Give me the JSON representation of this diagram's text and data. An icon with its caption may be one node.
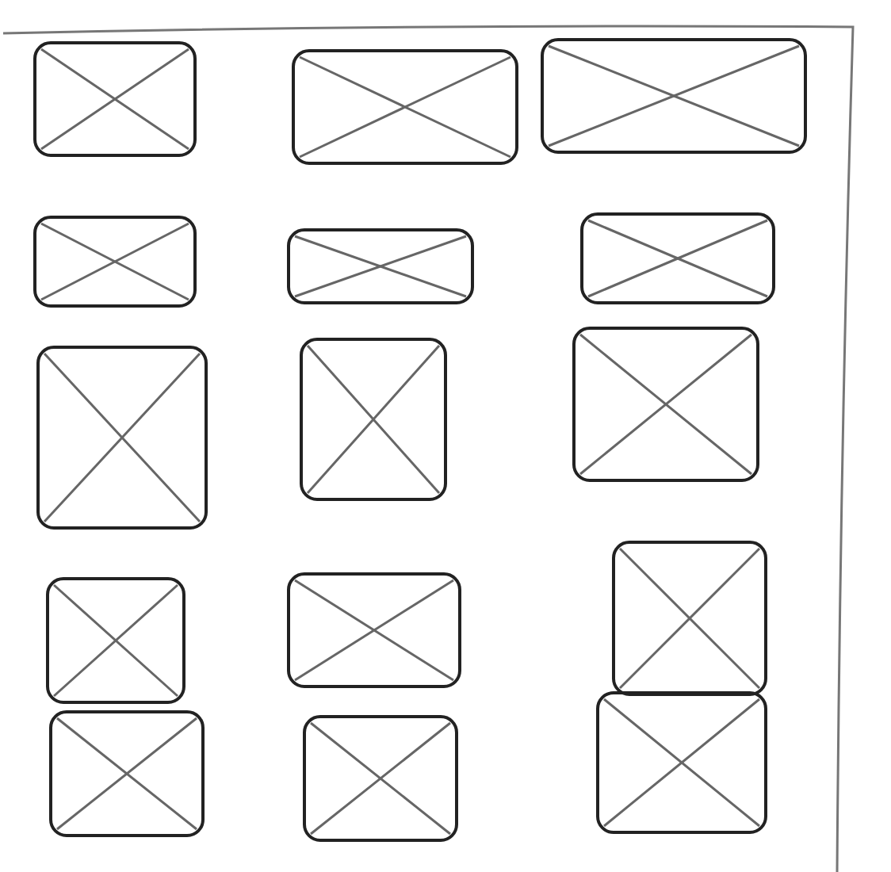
{
  "diagram": {
    "nodes": [
      {
        "text": [],
        "shape": "box"
      },
      {
        "text": [],
        "shape": "box",
        "in": 0
      },
      {
        "text": [],
        "shape": "box",
        "in": 0
      },
      {
        "text": [],
        "shape": "box",
        "in": 0
      },
      {
        "text": [],
        "shape": "box",
        "in": 0
      },
      {
        "text": [],
        "shape": "box",
        "in": 0
      },
      {
        "text": [],
        "shape": "box",
        "in": 0
      },
      {
        "text": [],
        "shape": "box",
        "in": 0
      },
      {
        "text": [],
        "shape": "box",
        "in": 0
      },
      {
        "text": [],
        "shape": "box",
        "in": 0
      },
      {
        "text": [],
        "shape": "box",
        "in": 0
      },
      {
        "text": [],
        "shape": "box",
        "in": 0
      },
      {
        "text": [],
        "shape": "box",
        "in": 0
      },
      {
        "text": [],
        "shape": "box",
        "in": 0
      },
      {
        "text": [],
        "shape": "box",
        "in": 0
      },
      {
        "text": [],
        "shape": "box",
        "in": 0
      }
    ]
  }
}
